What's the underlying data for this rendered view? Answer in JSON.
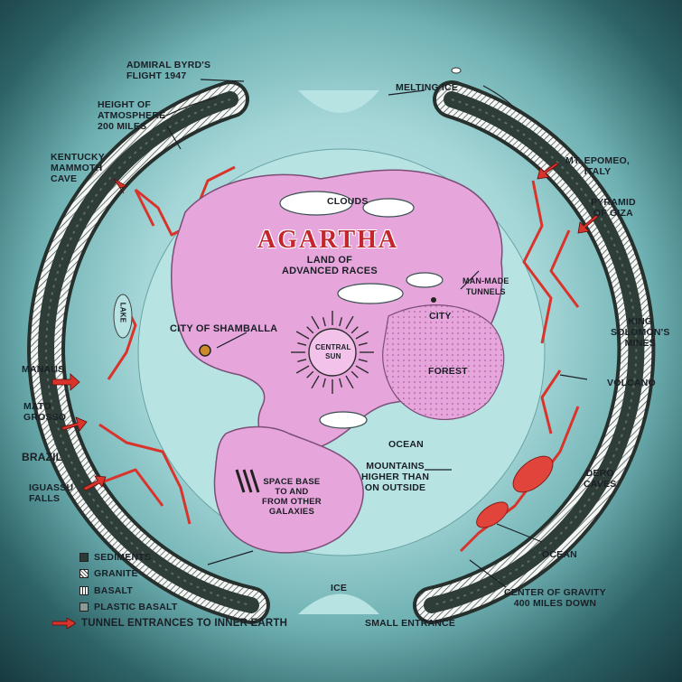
{
  "title": "AGARTHA",
  "labels": {
    "admiral_byrd": [
      "ADMIRAL BYRD'S",
      "FLIGHT 1947"
    ],
    "melting_ice": "MELTING ICE",
    "height_atmosphere": [
      "HEIGHT OF",
      "ATMOSPHERE",
      "200 MILES"
    ],
    "kentucky": [
      "KENTUCKY",
      "MAMMOTH",
      "CAVE"
    ],
    "mt_epomeo": [
      "MT. EPOMEO,",
      "ITALY"
    ],
    "pyramid": [
      "PYRAMID",
      "OF GIZA"
    ],
    "clouds": "CLOUDS",
    "land_of": [
      "LAND OF",
      "ADVANCED RACES"
    ],
    "man_made": [
      "MAN-MADE",
      "TUNNELS"
    ],
    "city": "CITY",
    "king_solomon": [
      "KING",
      "SOLOMON'S",
      "MINES"
    ],
    "lake": "LAKE",
    "shamballa": "CITY OF SHAMBALLA",
    "central_sun": [
      "CENTRAL",
      "SUN"
    ],
    "forest": "FOREST",
    "manaus": "MANAUS",
    "volcano": "VOLCANO",
    "mato_grosso": [
      "MATO",
      "GROSSO"
    ],
    "ocean_inner": "OCEAN",
    "brazil": "BRAZIL",
    "mountains": [
      "MOUNTAINS",
      "HIGHER THAN",
      "ON OUTSIDE"
    ],
    "dero": [
      "DERO",
      "CAVES"
    ],
    "space_base": [
      "SPACE BASE",
      "TO AND",
      "FROM OTHER",
      "GALAXIES"
    ],
    "iguassu": [
      "IGUASSU",
      "FALLS"
    ],
    "ocean_outer": "OCEAN",
    "ice": "ICE",
    "center_gravity": [
      "CENTER OF GRAVITY",
      "400 MILES DOWN"
    ],
    "small_entrance": "SMALL ENTRANCE"
  },
  "legend": {
    "sediments": "SEDIMENTS",
    "granite": "GRANITE",
    "basalt": "BASALT",
    "plastic_basalt": "PLASTIC BASALT",
    "tunnel_entrances": "TUNNEL ENTRANCES TO INNER EARTH"
  },
  "colors": {
    "crust_dark": "#2c3a36",
    "land": "#e6a6dc",
    "tunnel": "#d9342c",
    "title_red": "#c3262f",
    "ocean": "#b7e3e3"
  }
}
